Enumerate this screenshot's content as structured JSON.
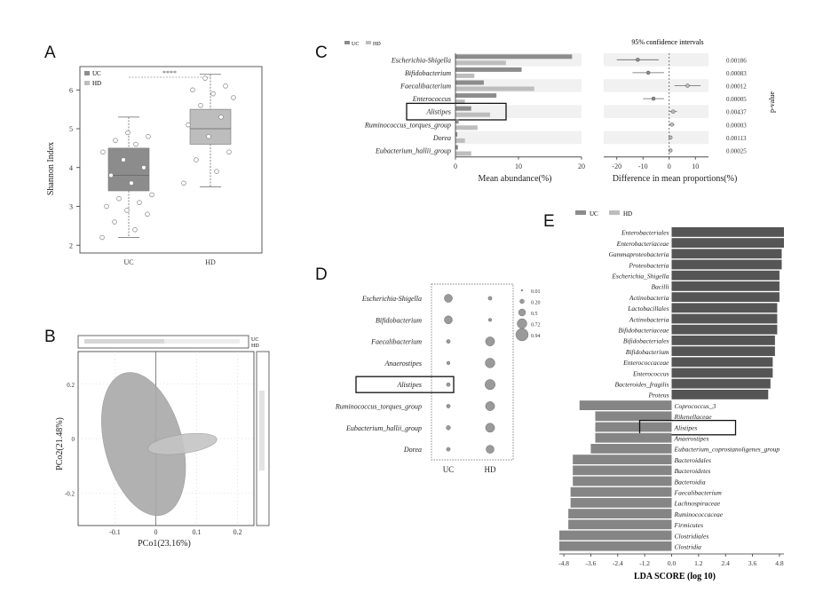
{
  "panels": {
    "A": {
      "letter": "A",
      "legend": [
        "UC",
        "HD"
      ],
      "significance": "****",
      "chart_data": {
        "type": "box",
        "categories": [
          "UC",
          "HD"
        ],
        "ylabel": "Shannon Index",
        "ylim": [
          1.8,
          6.6
        ],
        "yticks": [
          "2",
          "3",
          "4",
          "5",
          "6"
        ],
        "yvals": [
          2,
          3,
          4,
          5,
          6
        ],
        "boxes": [
          {
            "name": "UC",
            "min": 2.2,
            "q1": 3.4,
            "median": 3.8,
            "q3": 4.5,
            "max": 5.3
          },
          {
            "name": "HD",
            "min": 3.5,
            "q1": 4.6,
            "median": 5.0,
            "q3": 5.5,
            "max": 6.4
          }
        ],
        "points": [
          {
            "group": "UC",
            "y": [
              2.2,
              2.4,
              2.6,
              2.8,
              2.9,
              3.0,
              3.1,
              3.2,
              3.3,
              3.6,
              3.8,
              4.0,
              4.2,
              4.4,
              4.6,
              4.7,
              4.8,
              4.9
            ]
          },
          {
            "group": "HD",
            "y": [
              3.6,
              3.9,
              4.2,
              4.4,
              4.8,
              5.1,
              5.3,
              5.6,
              5.8,
              5.9,
              6.0,
              6.1,
              6.3
            ]
          }
        ]
      }
    },
    "B": {
      "letter": "B",
      "legend": [
        "UC",
        "HD"
      ],
      "chart_data": {
        "type": "scatter",
        "xlabel": "PCo1(23.16%)",
        "ylabel": "PCo2(21.48%)",
        "xlim": [
          -0.19,
          0.24
        ],
        "ylim": [
          -0.32,
          0.32
        ],
        "xticks": [
          "-0.1",
          "0",
          "0.1",
          "0.2"
        ],
        "xvals": [
          -0.1,
          0,
          0.1,
          0.2
        ],
        "yticks": [
          "-0.2",
          "0",
          "0.2"
        ],
        "yvals": [
          -0.2,
          0,
          0.2
        ],
        "ellipses": [
          {
            "group": "UC",
            "cx": -0.03,
            "cy": -0.02,
            "rx": 0.095,
            "ry": 0.27,
            "angle": -15
          },
          {
            "group": "HD",
            "cx": 0.065,
            "cy": -0.02,
            "rx": 0.085,
            "ry": 0.035,
            "angle": -8
          }
        ]
      }
    },
    "C": {
      "letter": "C",
      "legend": [
        "UC",
        "HD"
      ],
      "ci_title": "95% confidence intervals",
      "pvalue_label": "p-value",
      "chart_data": {
        "type": "bar",
        "categories": [
          "Escherichia-Shigella",
          "Bifidobacterium",
          "Faecalibacterium",
          "Enterococcus",
          "Alistipes",
          "Ruminococcus_torques_group",
          "Dorea",
          "Eubacterium_hallii_group"
        ],
        "highlighted": "Alistipes",
        "xlabel": "Mean abundance(%)",
        "xlim": [
          0,
          20
        ],
        "xticks": [
          "0",
          "10",
          "20"
        ],
        "xvals": [
          0,
          10,
          20
        ],
        "series": [
          {
            "name": "UC",
            "values": [
              18.5,
              10.5,
              4.5,
              6.5,
              2.5,
              0.5,
              0.3,
              0.4
            ]
          },
          {
            "name": "HD",
            "values": [
              8.0,
              3.0,
              12.5,
              1.5,
              5.5,
              3.5,
              1.5,
              2.5
            ]
          }
        ],
        "diff": {
          "xlabel": "Difference in mean proportions(%)",
          "xlim": [
            -25,
            15
          ],
          "xticks": [
            "-20",
            "-10",
            "0",
            "10"
          ],
          "xvals": [
            -20,
            -10,
            0,
            10
          ],
          "estimates": [
            -12,
            -8,
            7,
            -6,
            1.5,
            1,
            0.5,
            0.5
          ],
          "ci_low": [
            -20,
            -14,
            2,
            -10,
            0,
            0,
            0,
            0
          ],
          "ci_high": [
            -4,
            -2,
            12,
            -2,
            3,
            2,
            1,
            1
          ]
        },
        "pvalues": [
          "0.00186",
          "0.00083",
          "0.00012",
          "0.00005",
          "0.00437",
          "0.00003",
          "0.00113",
          "0.00025"
        ]
      }
    },
    "D": {
      "letter": "D",
      "chart_data": {
        "type": "bubble",
        "rows": [
          "Escherichia-Shigella",
          "Bifidobacterium",
          "Faecalibacterium",
          "Anaerostipes",
          "Alistipes",
          "Ruminococcus_torques_group",
          "Eubacterium_hallii_group",
          "Dorea"
        ],
        "columns": [
          "UC",
          "HD"
        ],
        "highlighted": "Alistipes",
        "sizes": [
          [
            0.55,
            0.15
          ],
          [
            0.55,
            0.1
          ],
          [
            0.15,
            0.65
          ],
          [
            0.1,
            0.7
          ],
          [
            0.15,
            0.75
          ],
          [
            0.15,
            0.65
          ],
          [
            0.2,
            0.65
          ],
          [
            0.15,
            0.55
          ]
        ],
        "legend_values": [
          "0.01",
          "0.20",
          "0.5",
          "0.72",
          "0.94"
        ]
      }
    },
    "E": {
      "letter": "E",
      "legend": [
        "UC",
        "HD"
      ],
      "chart_data": {
        "type": "bar",
        "orientation": "horizontal",
        "xlabel": "LDA SCORE (log 10)",
        "xlim": [
          -5.0,
          5.0
        ],
        "xticks": [
          "-4.8",
          "-3.6",
          "-2.4",
          "-1.2",
          "0.0",
          "1.2",
          "2.4",
          "3.6",
          "4.8"
        ],
        "xvals": [
          -4.8,
          -3.6,
          -2.4,
          -1.2,
          0.0,
          1.2,
          2.4,
          3.6,
          4.8
        ],
        "highlighted": "Alistipes",
        "categories": [
          "Enterobacteriales",
          "Enterobacteriaceae",
          "Gammaproteobacteria",
          "Proteobacteria",
          "Escherichia_Shigella",
          "Bacilli",
          "Actinobacteria",
          "Lactobacillales",
          "Actinobacteria",
          "Bifidobacteriaceae",
          "Bifidobacteriales",
          "Bifidobacterium",
          "Enterococcaceae",
          "Enterococcus",
          "Bacteroides_fragilis",
          "Proteus",
          "Coprococcus_3",
          "Rikenellaceae",
          "Alistipes",
          "Anaerostipes",
          "Eubacterium_coprostanoligenes_group",
          "Bacteroidales",
          "Bacteroidetes",
          "Bacteroidia",
          "Faecalibacterium",
          "Lachnospiraceae",
          "Ruminococcaceae",
          "Firmicutes",
          "Clostridiales",
          "Clostridia"
        ],
        "values": [
          5.0,
          5.0,
          4.9,
          4.9,
          4.8,
          4.8,
          4.8,
          4.7,
          4.7,
          4.7,
          4.6,
          4.6,
          4.5,
          4.5,
          4.4,
          4.3,
          -4.1,
          -3.4,
          -3.4,
          -3.4,
          -3.6,
          -4.4,
          -4.4,
          -4.4,
          -4.5,
          -4.5,
          -4.6,
          -4.6,
          -5.0,
          -5.0
        ]
      }
    }
  },
  "colors": {
    "uc": "#8c8c8c",
    "hd": "#bdbdbd",
    "dark": "#555555",
    "axis": "#333333",
    "box_highlight": "#111111"
  }
}
